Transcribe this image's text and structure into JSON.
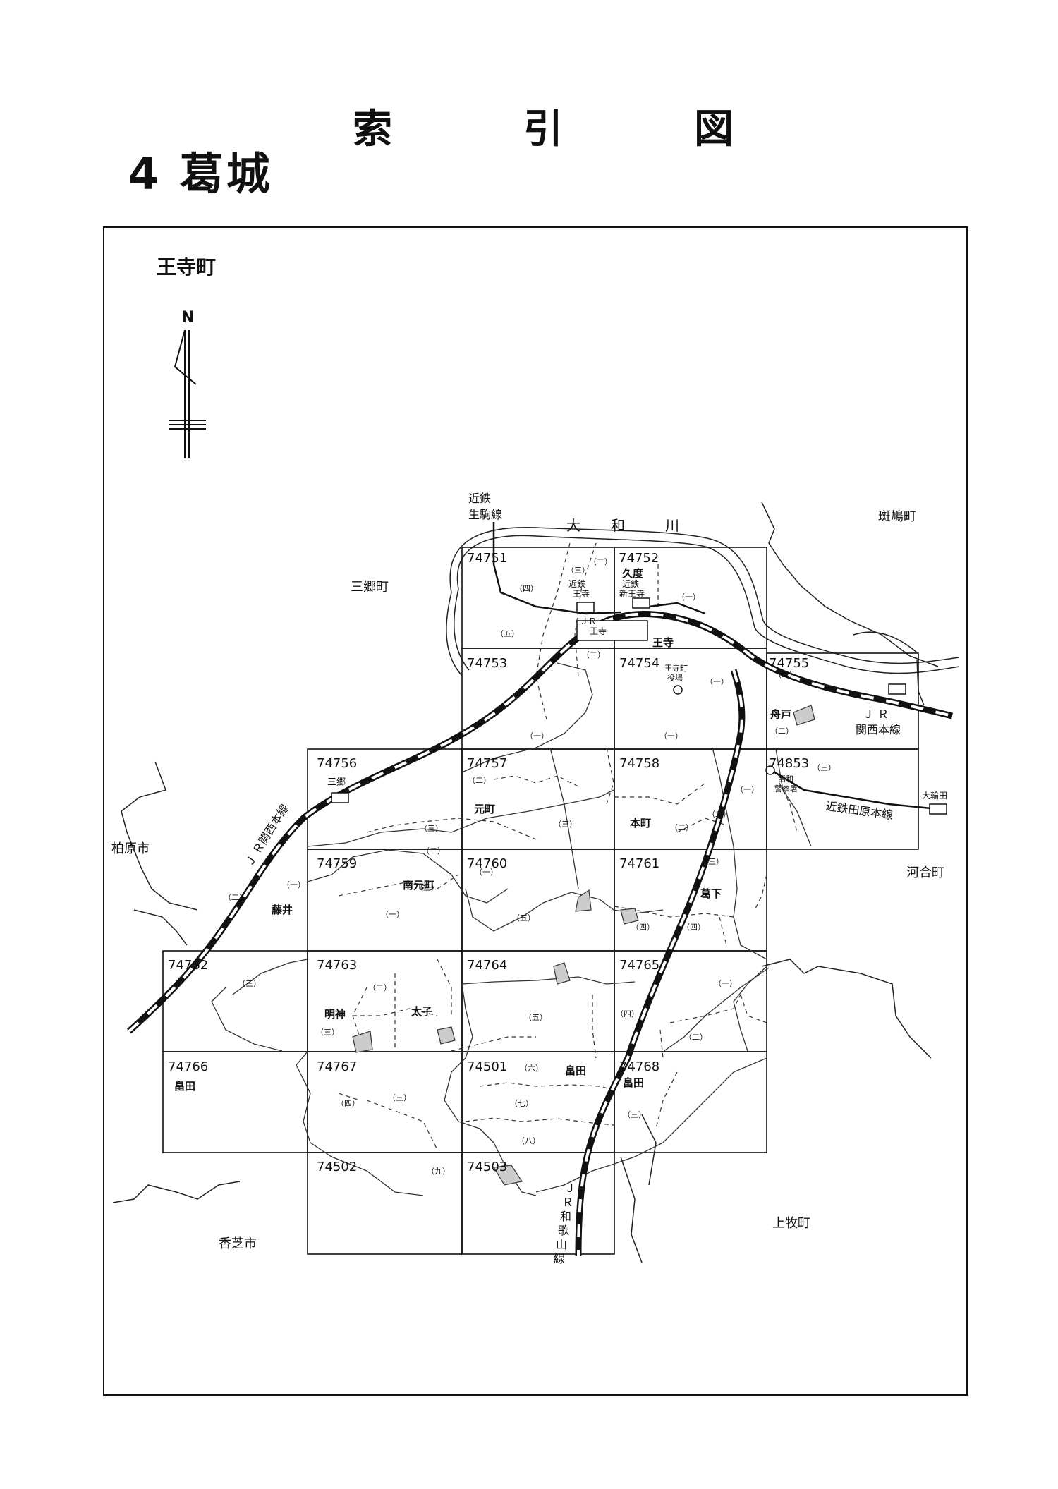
{
  "page": {
    "title_chars": [
      "索",
      "引",
      "図"
    ],
    "sheet_number": "4",
    "sheet_name": "葛城",
    "municipality": "王寺町",
    "north_label": "N"
  },
  "sheet_ids": [
    "74751",
    "74752",
    "74753",
    "74754",
    "74755",
    "74756",
    "74757",
    "74758",
    "74853",
    "74759",
    "74760",
    "74761",
    "74762",
    "74763",
    "74764",
    "74765",
    "74766",
    "74767",
    "74501",
    "74768",
    "74502",
    "74503"
  ],
  "town_labels": [
    "久度",
    "王寺",
    "舟戸",
    "元町",
    "本町",
    "藤井",
    "南元町",
    "葛下",
    "明神",
    "太子",
    "畠田",
    "畠田",
    "畠田",
    "三郷"
  ],
  "neighbor_labels": [
    "三郷町",
    "斑鳩町",
    "柏原市",
    "河合町",
    "香芝市",
    "上牧町"
  ],
  "river_label": [
    "大",
    "和",
    "川"
  ],
  "rail_labels": {
    "kintetsu_ikoma": [
      "近鉄",
      "生駒線"
    ],
    "jr_kansai_right": [
      "Ｊ Ｒ",
      "関西本線"
    ],
    "jr_kansai_left": "Ｊ Ｒ関西本線",
    "jr_wakayama": [
      "Ｊ",
      "Ｒ",
      "和",
      "歌",
      "山",
      "線"
    ],
    "kintetsu_tawaramoto": "近鉄田原本線"
  },
  "station_labels": {
    "kintetsu_oji": [
      "近鉄",
      "王寺"
    ],
    "kintetsu_shinoji": [
      "近鉄",
      "新王寺"
    ],
    "jr_oji": [
      "ＪＲ",
      "王寺"
    ],
    "oowada": "大輪田"
  },
  "facility_labels": {
    "town_office": [
      "王寺町",
      "役場"
    ],
    "police": [
      "西和",
      "警察署"
    ]
  },
  "chome_labels": [
    "（二）",
    "（三）",
    "（四）",
    "（五）",
    "（一）",
    "（二）",
    "（二）",
    "（一）",
    "（一）",
    "（一）",
    "（二）",
    "（三）",
    "（二）",
    "（三）",
    "（二）",
    "（三）",
    "（一）",
    "（三）",
    "（二）",
    "（二）",
    "（一）",
    "（三）",
    "（一）",
    "（一）",
    "（五）",
    "（四）",
    "（四）",
    "（三）",
    "（二）",
    "（二）",
    "（三）",
    "（五）",
    "（四）",
    "（一）",
    "（二）",
    "（四）",
    "（三）",
    "（六）",
    "（七）",
    "（八）",
    "（九）",
    "（三）"
  ]
}
